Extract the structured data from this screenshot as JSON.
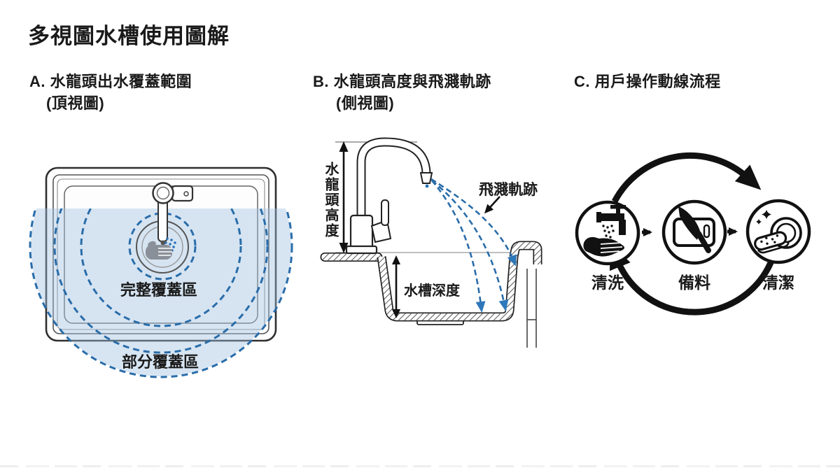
{
  "title": "多視圖水槽使用圖解",
  "panels": {
    "a": {
      "heading": "A. 水龍頭出水覆蓋範圍",
      "subheading": "(頂視圖)",
      "labels": {
        "full_coverage": "完整覆蓋區",
        "partial_coverage": "部分覆蓋區"
      }
    },
    "b": {
      "heading": "B. 水龍頭高度與飛濺軌跡",
      "subheading": "(側視圖)",
      "labels": {
        "faucet_height": "水龍頭高度",
        "sink_depth": "水槽深度",
        "splash_trajectory": "飛濺軌跡"
      }
    },
    "c": {
      "heading": "C. 用戶操作動線流程",
      "steps": [
        {
          "label": "清洗",
          "icon": "hand-wash-icon"
        },
        {
          "label": "備料",
          "icon": "cutting-board-knife-icon"
        },
        {
          "label": "清潔",
          "icon": "sponge-plate-icon"
        }
      ]
    }
  },
  "colors": {
    "accent_blue": "#2a6da9",
    "arrow_blue": "#2e78ba",
    "coverage_fill": "#9fc0e2",
    "ink": "#1a1a1a",
    "hand_gray": "#8a9099"
  }
}
